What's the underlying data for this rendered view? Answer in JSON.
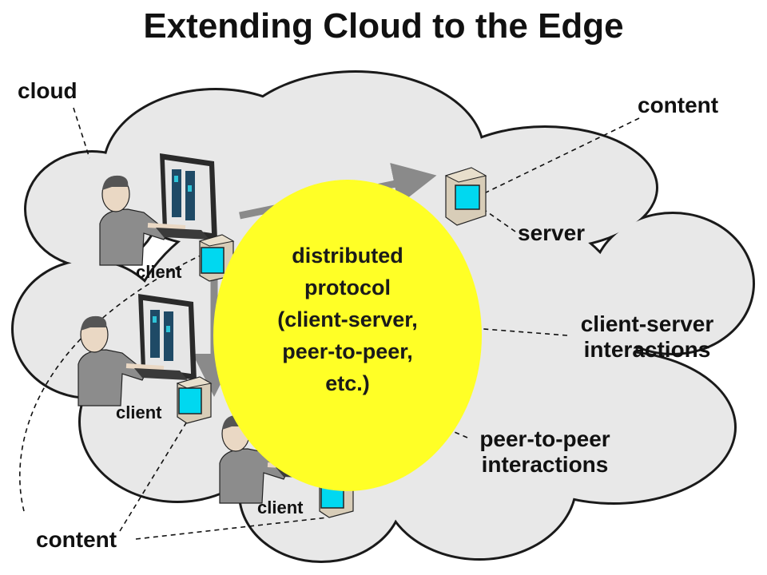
{
  "title": "Extending Cloud to the Edge",
  "labels": {
    "cloud": "cloud",
    "content_top": "content",
    "content_bottom": "content",
    "server": "server",
    "client_1": "client",
    "client_2": "client",
    "client_3": "client",
    "client_server_line1": "client-server",
    "client_server_line2": "interactions",
    "p2p_line1": "peer-to-peer",
    "p2p_line2": "interactions"
  },
  "protocol": {
    "line1": "distributed",
    "line2": "protocol",
    "line3": "(client-server,",
    "line4": "peer-to-peer,",
    "line5": "etc.)"
  },
  "colors": {
    "cloud_fill": "#e8e8e8",
    "protocol_fill": "#ffff26",
    "screen_cyan": "#00d8f0",
    "arrow_gray": "#8a8a8a",
    "person_gray": "#8c8c8c",
    "server_tan": "#d8cdb8"
  }
}
